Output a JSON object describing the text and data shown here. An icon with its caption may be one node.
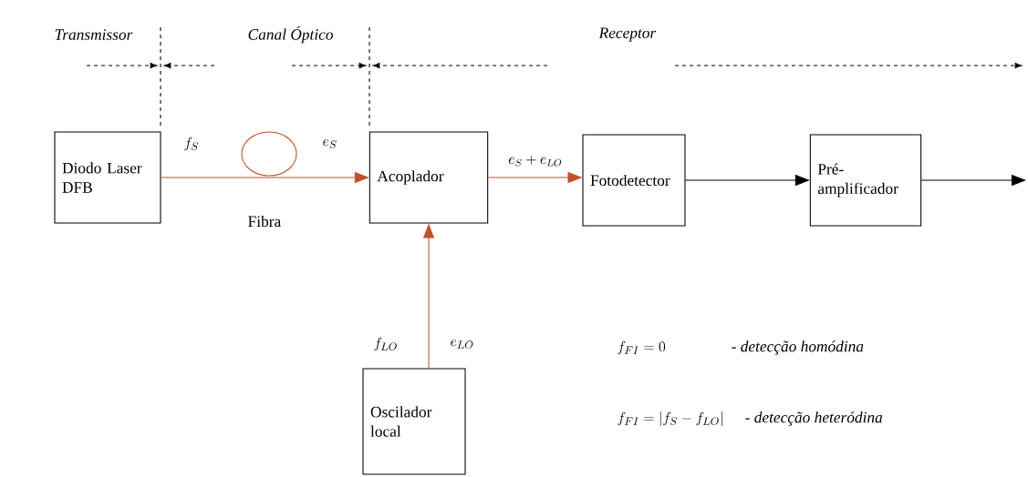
{
  "diagram": {
    "nodes": [
      {
        "text": [
          "Diodo Laser DFB"
        ]
      },
      {
        "text": [
          "Acoplador"
        ]
      },
      {
        "text": [
          "Fotodetector"
        ]
      },
      {
        "text": [
          "Pré- amplificador"
        ]
      },
      {
        "text": [
          "Oscilador local"
        ]
      }
    ],
    "edges": [
      {
        "from": 0,
        "to": 1,
        "arrow": "to",
        "color": "#c0502a"
      },
      {
        "from": 1,
        "to": 2,
        "arrow": "to",
        "color": "#c0502a",
        "label": "e_S + e_{LO}"
      },
      {
        "from": 2,
        "to": 3,
        "arrow": "to",
        "color": "#000000"
      },
      {
        "from": 3,
        "to": null,
        "arrow": "to",
        "color": "#000000"
      },
      {
        "from": 4,
        "to": 1,
        "arrow": "to",
        "color": "#c0502a"
      }
    ],
    "labels": [
      "Transmissor",
      "Canal Óptico",
      "Receptor",
      "f_S",
      "e_S",
      "Fibra",
      "f_{LO}",
      "e_{LO}",
      "f_{FI} = 0",
      "- detecção homódina",
      "f_{FI} = |f_S - f_{LO}|",
      "- detecção heteródina"
    ]
  }
}
